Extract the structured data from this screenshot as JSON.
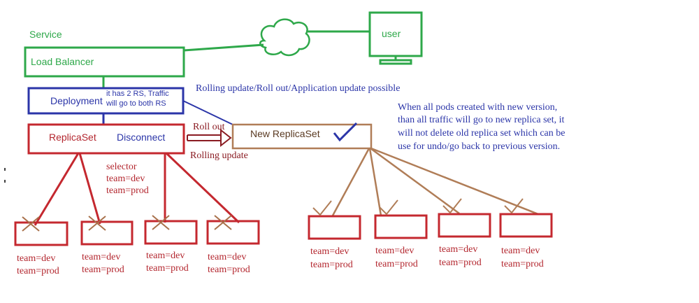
{
  "colors": {
    "service": "#2ea84a",
    "deployment": "#2b35a8",
    "old_replicaset": "#c4282f",
    "new_replicaset": "#b07d57",
    "check": "#2b35a8"
  },
  "service": {
    "label": "Service",
    "load_balancer": "Load Balancer",
    "cloud_icon": "cloud-icon",
    "user": "user",
    "user_icon": "monitor-icon"
  },
  "deployment": {
    "label": "Deployment",
    "note_line1": "it has 2 RS, Traffic",
    "note_line2": "will go to both RS"
  },
  "headline": "Rolling update/Roll out/Application update possible",
  "old_replicaset": {
    "label": "ReplicaSet",
    "status": "Disconnect",
    "selector_title": "selector",
    "selector_line1": "team=dev",
    "selector_line2": "team=prod"
  },
  "transition": {
    "roll_out": "Roll out",
    "rolling_update": "Rolling update"
  },
  "new_replicaset": {
    "label": "New ReplicaSet",
    "check_icon": "checkmark-icon"
  },
  "note": {
    "line1": "When all pods created with new version,",
    "line2": "than all traffic will go to new replica set, it",
    "line3": "will not delete old replica set which can be",
    "line4": "use for undo/go back to previous version."
  },
  "old_pods": [
    {
      "line1": "team=dev",
      "line2": "team=prod",
      "state": "deleted"
    },
    {
      "line1": "team=dev",
      "line2": "team=prod",
      "state": "deleted"
    },
    {
      "line1": "team=dev",
      "line2": "team=prod",
      "state": "deleted"
    },
    {
      "line1": "team=dev",
      "line2": "team=prod",
      "state": "deleted"
    }
  ],
  "new_pods": [
    {
      "line1": "team=dev",
      "line2": "team=prod",
      "state": "ok"
    },
    {
      "line1": "team=dev",
      "line2": "team=prod",
      "state": "ok"
    },
    {
      "line1": "team=dev",
      "line2": "team=prod",
      "state": "ok"
    },
    {
      "line1": "team=dev",
      "line2": "team=prod",
      "state": "ok"
    }
  ]
}
